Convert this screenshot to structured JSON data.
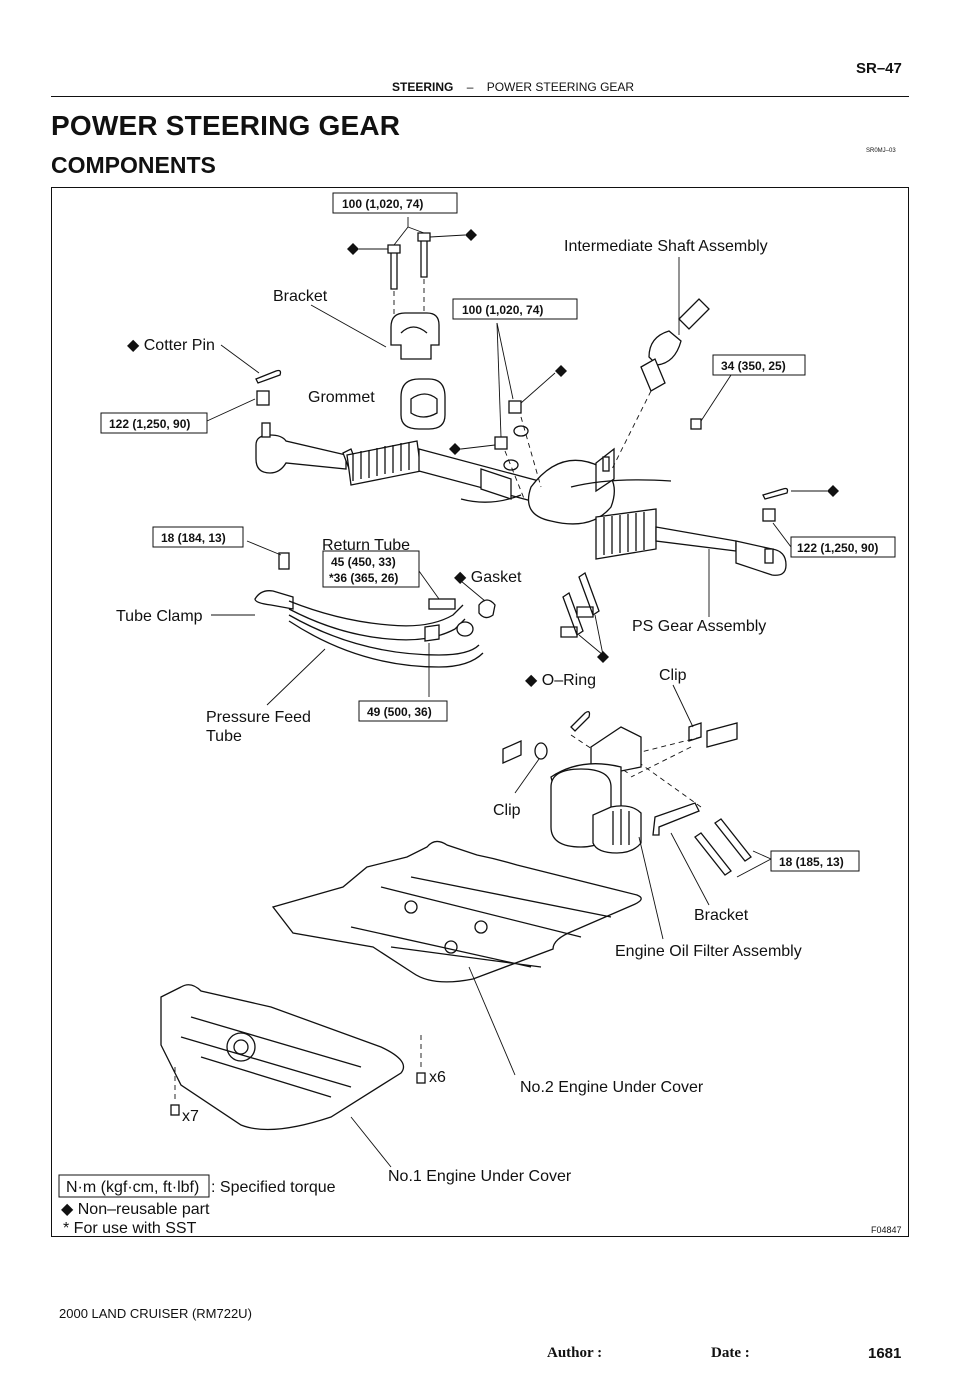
{
  "header": {
    "section_code": "SR–47",
    "section": "STEERING",
    "separator": "–",
    "subsection": "POWER STEERING GEAR"
  },
  "title": "POWER STEERING GEAR",
  "subtitle": "COMPONENTS",
  "ref_code": "SR0MJ–03",
  "figure_code": "F04847",
  "labels": {
    "intermediate_shaft": "Intermediate Shaft Assembly",
    "bracket_top": "Bracket",
    "cotter_pin": "◆ Cotter Pin",
    "grommet": "Grommet",
    "return_tube": "Return Tube",
    "gasket": "◆ Gasket",
    "tube_clamp": "Tube Clamp",
    "ps_gear": "PS Gear Assembly",
    "pressure_feed_1": "Pressure Feed",
    "pressure_feed_2": "Tube",
    "o_ring": "◆ O–Ring",
    "clip_right": "Clip",
    "clip_left": "Clip",
    "bracket_lower": "Bracket",
    "oil_filter": "Engine Oil Filter Assembly",
    "x6": "x6",
    "x7": "x7",
    "no2_cover": "No.2 Engine Under Cover",
    "no1_cover": "No.1 Engine Under Cover"
  },
  "torques": {
    "t_top": "100 (1,020, 74)",
    "t_mid": "100 (1,020, 74)",
    "t_shaft": "34 (350, 25)",
    "t_left_end": "122 (1,250, 90)",
    "t_right_end": "122 (1,250, 90)",
    "t_clamp": "18 (184, 13)",
    "t_return_1": "45 (450, 33)",
    "t_return_2": "*36 (365, 26)",
    "t_feed": "49 (500, 36)",
    "t_bracket": "18 (185, 13)"
  },
  "legend": {
    "unit_box": "N·m (kgf·cm, ft·lbf)",
    "unit_text": ": Specified torque",
    "nonreusable": "◆ Non–reusable part",
    "sst": "* For use with SST"
  },
  "footer": {
    "model": "2000 LAND CRUISER   (RM722U)",
    "author": "Author :",
    "date": "Date :",
    "page": "1681"
  }
}
